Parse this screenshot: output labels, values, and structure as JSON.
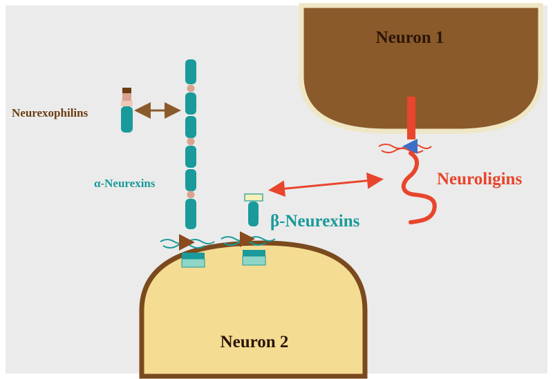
{
  "labels": {
    "neuron1": "Neuron 1",
    "neuron2": "Neuron 2",
    "neurexophilins": "Neurexophilins",
    "alpha_neurexins": "α-Neurexins",
    "beta_neurexins": "β-Neurexins",
    "neuroligins": "Neuroligins"
  },
  "colors": {
    "background": "#ebebeb",
    "neuron1_fill": "#8b5a2b",
    "neuron1_border": "#efe6c4",
    "neuron2_fill": "#f5dc93",
    "neuron2_border": "#7a4a1e",
    "neurexin_teal": "#1a9a9a",
    "linker_pink": "#d9a48f",
    "neuroligin_red": "#e8452c",
    "triangle_brown": "#8b4a1e",
    "triangle_blue": "#3d6fc7",
    "arrow_brown": "#8b5a2b",
    "text_brown": "#6a3d12",
    "text_teal": "#1a9a9a",
    "text_red": "#e8452c",
    "pale_teal": "#8fd6c8",
    "pale_yellow": "#f3f0b8"
  }
}
